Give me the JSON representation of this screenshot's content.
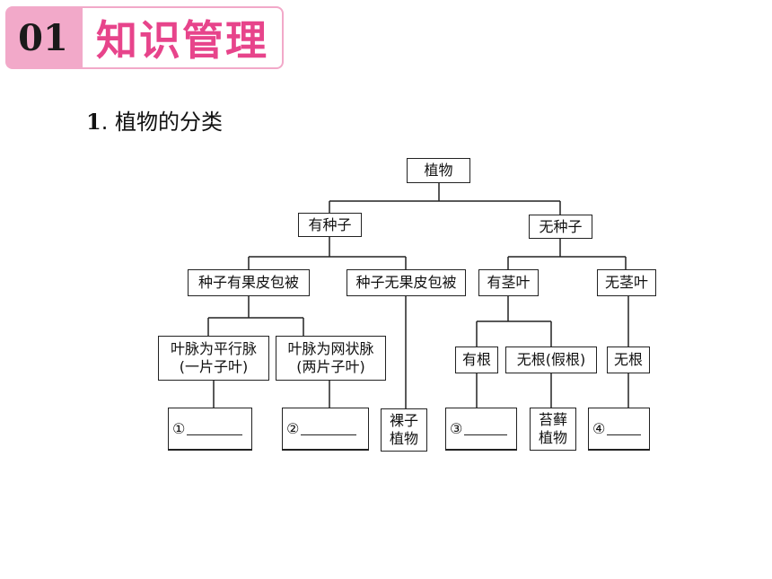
{
  "header": {
    "number": "01",
    "title": "知识管理"
  },
  "section": {
    "number": "1",
    "dot": ".",
    "title": "植物的分类"
  },
  "tree": {
    "root": "植物",
    "seed": "有种子",
    "noseed": "无种子",
    "angio": "种子有果皮包被",
    "gymno_branch": "种子无果皮包被",
    "stemleaf": "有茎叶",
    "nostemleaf": "无茎叶",
    "mono_l1": "叶脉为平行脉",
    "mono_l2": "(一片子叶)",
    "dicot_l1": "叶脉为网状脉",
    "dicot_l2": "(两片子叶)",
    "hasroot": "有根",
    "fakeroot": "无根(假根)",
    "noroot": "无根",
    "gymno_l1": "裸子",
    "gymno_l2": "植物",
    "moss_l1": "苔藓",
    "moss_l2": "植物",
    "blank1": "①",
    "blank2": "②",
    "blank3": "③",
    "blank4": "④"
  }
}
